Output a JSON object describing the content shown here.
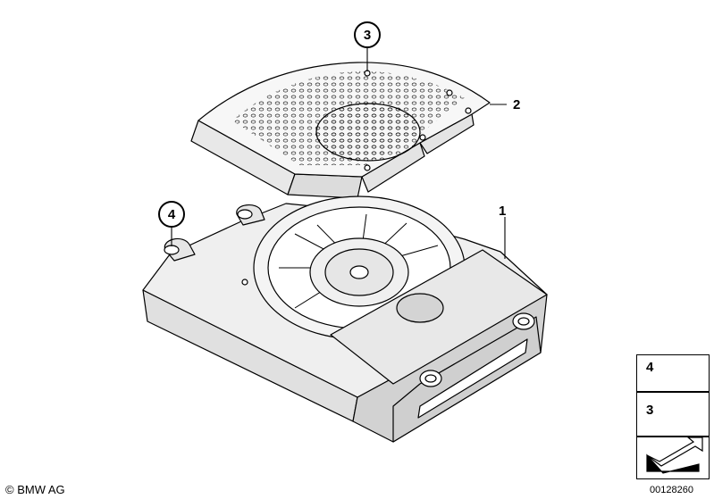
{
  "callouts": {
    "part1": "1",
    "part2": "2",
    "part3": "3",
    "part4": "4"
  },
  "legend": {
    "item4": "4",
    "item3": "3"
  },
  "footer": {
    "copyright": "© BMW AG",
    "diagram_number": "00128260"
  }
}
